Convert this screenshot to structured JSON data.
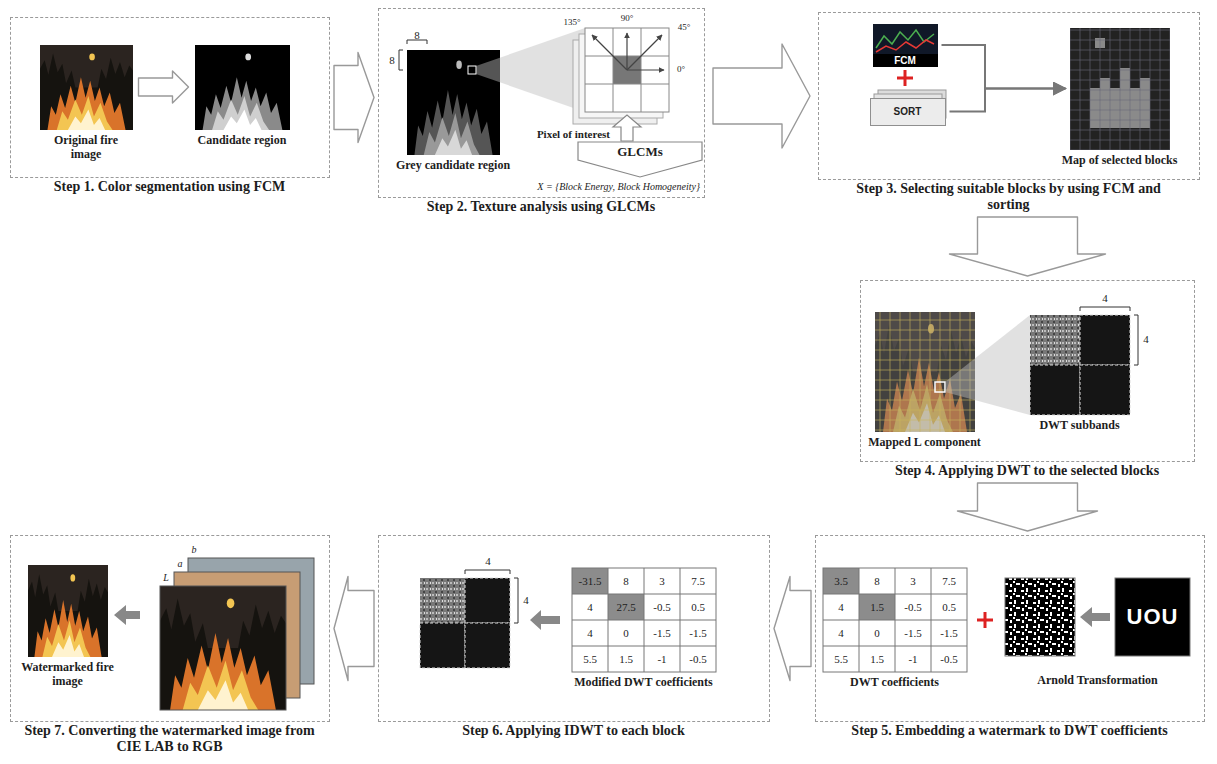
{
  "diagram": {
    "nodes": [
      {
        "text": [
          "Step 1. Color segmentation using FCM"
        ]
      },
      {
        "text": [
          "Original fire image"
        ],
        "in": 0
      },
      {
        "text": [
          "Candidate region"
        ],
        "in": 0
      },
      {
        "text": [
          "Step 2. Texture analysis using GLCMs"
        ]
      },
      {
        "text": [
          "Grey candidate region"
        ],
        "in": 3
      },
      {
        "text": [
          "Step 3. Selecting suitable blocks by using FCM and sorting"
        ]
      },
      {
        "text": [
          "FCM"
        ],
        "in": 5
      },
      {
        "text": [
          "SORT"
        ],
        "in": 5
      },
      {
        "text": [
          "Map of selected blocks"
        ],
        "in": 5
      },
      {
        "text": [
          "Step 4. Applying DWT to the selected blocks"
        ]
      },
      {
        "text": [
          "Mapped L component"
        ],
        "in": 9
      },
      {
        "text": [
          "DWT subbands"
        ],
        "in": 9
      },
      {
        "text": [
          "Step 5. Embedding a watermark to DWT coefficients"
        ]
      },
      {
        "text": [
          "DWT coefficients"
        ],
        "in": 12
      },
      {
        "text": [
          "Arnold Transformation"
        ],
        "in": 12
      },
      {
        "text": [
          "Step 6. Applying IDWT to each block"
        ]
      },
      {
        "text": [
          "Modified DWT coefficients"
        ],
        "in": 15
      },
      {
        "text": [
          "Step 7. Converting the watermarked image from CIE LAB to RGB"
        ]
      },
      {
        "text": [
          "Watermarked fire image"
        ],
        "in": 17
      }
    ],
    "edges": [
      {
        "from": 1,
        "to": 2,
        "arrow": "to"
      },
      {
        "from": 0,
        "to": 3,
        "arrow": "to"
      },
      {
        "from": 6,
        "to": 8,
        "arrow": "to"
      },
      {
        "from": 7,
        "to": 8,
        "arrow": "to"
      },
      {
        "from": 3,
        "to": 5,
        "arrow": "to"
      },
      {
        "from": 5,
        "to": 9,
        "arrow": "to"
      },
      {
        "from": 9,
        "to": 12,
        "arrow": "to"
      },
      {
        "from": 12,
        "to": 15,
        "arrow": "to"
      },
      {
        "from": 15,
        "to": 17,
        "arrow": "to"
      }
    ],
    "labels": [
      "8",
      "8",
      "135°",
      "90°",
      "45°",
      "0°",
      "Pixel of interest",
      "GLCMs",
      "X = {Block Energy, Block Homogeneity}",
      "4",
      "4",
      "3.5",
      "8",
      "3",
      "7.5",
      "4",
      "1.5",
      "-0.5",
      "0.5",
      "4",
      "0",
      "-1.5",
      "-1.5",
      "5.5",
      "1.5",
      "-1",
      "-0.5",
      "UOU",
      "4",
      "4",
      "-31.5",
      "8",
      "3",
      "7.5",
      "4",
      "27.5",
      "-0.5",
      "0.5",
      "4",
      "0",
      "-1.5",
      "-1.5",
      "5.5",
      "1.5",
      "-1",
      "-0.5",
      "L",
      "a",
      "b"
    ]
  }
}
